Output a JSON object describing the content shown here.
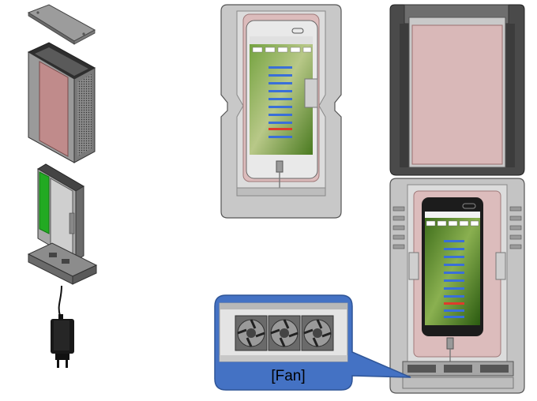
{
  "callout": {
    "label": "[Fan]",
    "fill_color": "#4472c4",
    "border_color": "#2f5597"
  },
  "components": [
    {
      "name": "lid-plate",
      "icon": "lid-plate-icon"
    },
    {
      "name": "enclosure-sleeve",
      "icon": "enclosure-icon"
    },
    {
      "name": "phone-tray-base",
      "icon": "tray-icon"
    },
    {
      "name": "usb-power-adapter",
      "icon": "power-plug-icon"
    },
    {
      "name": "case-closed-front-view",
      "icon": "phone-case-icon"
    },
    {
      "name": "case-open-view",
      "icon": "phone-case-open-icon"
    }
  ],
  "colors": {
    "housing": "#b8b8b8",
    "housing_dark": "#6e6e6e",
    "pad_pink": "#d9b8b8",
    "screen_green": "#5a8a2a",
    "pcb_green": "#22aa22",
    "bar_blue": "#3a6fd8",
    "bar_red": "#e03b2b"
  }
}
